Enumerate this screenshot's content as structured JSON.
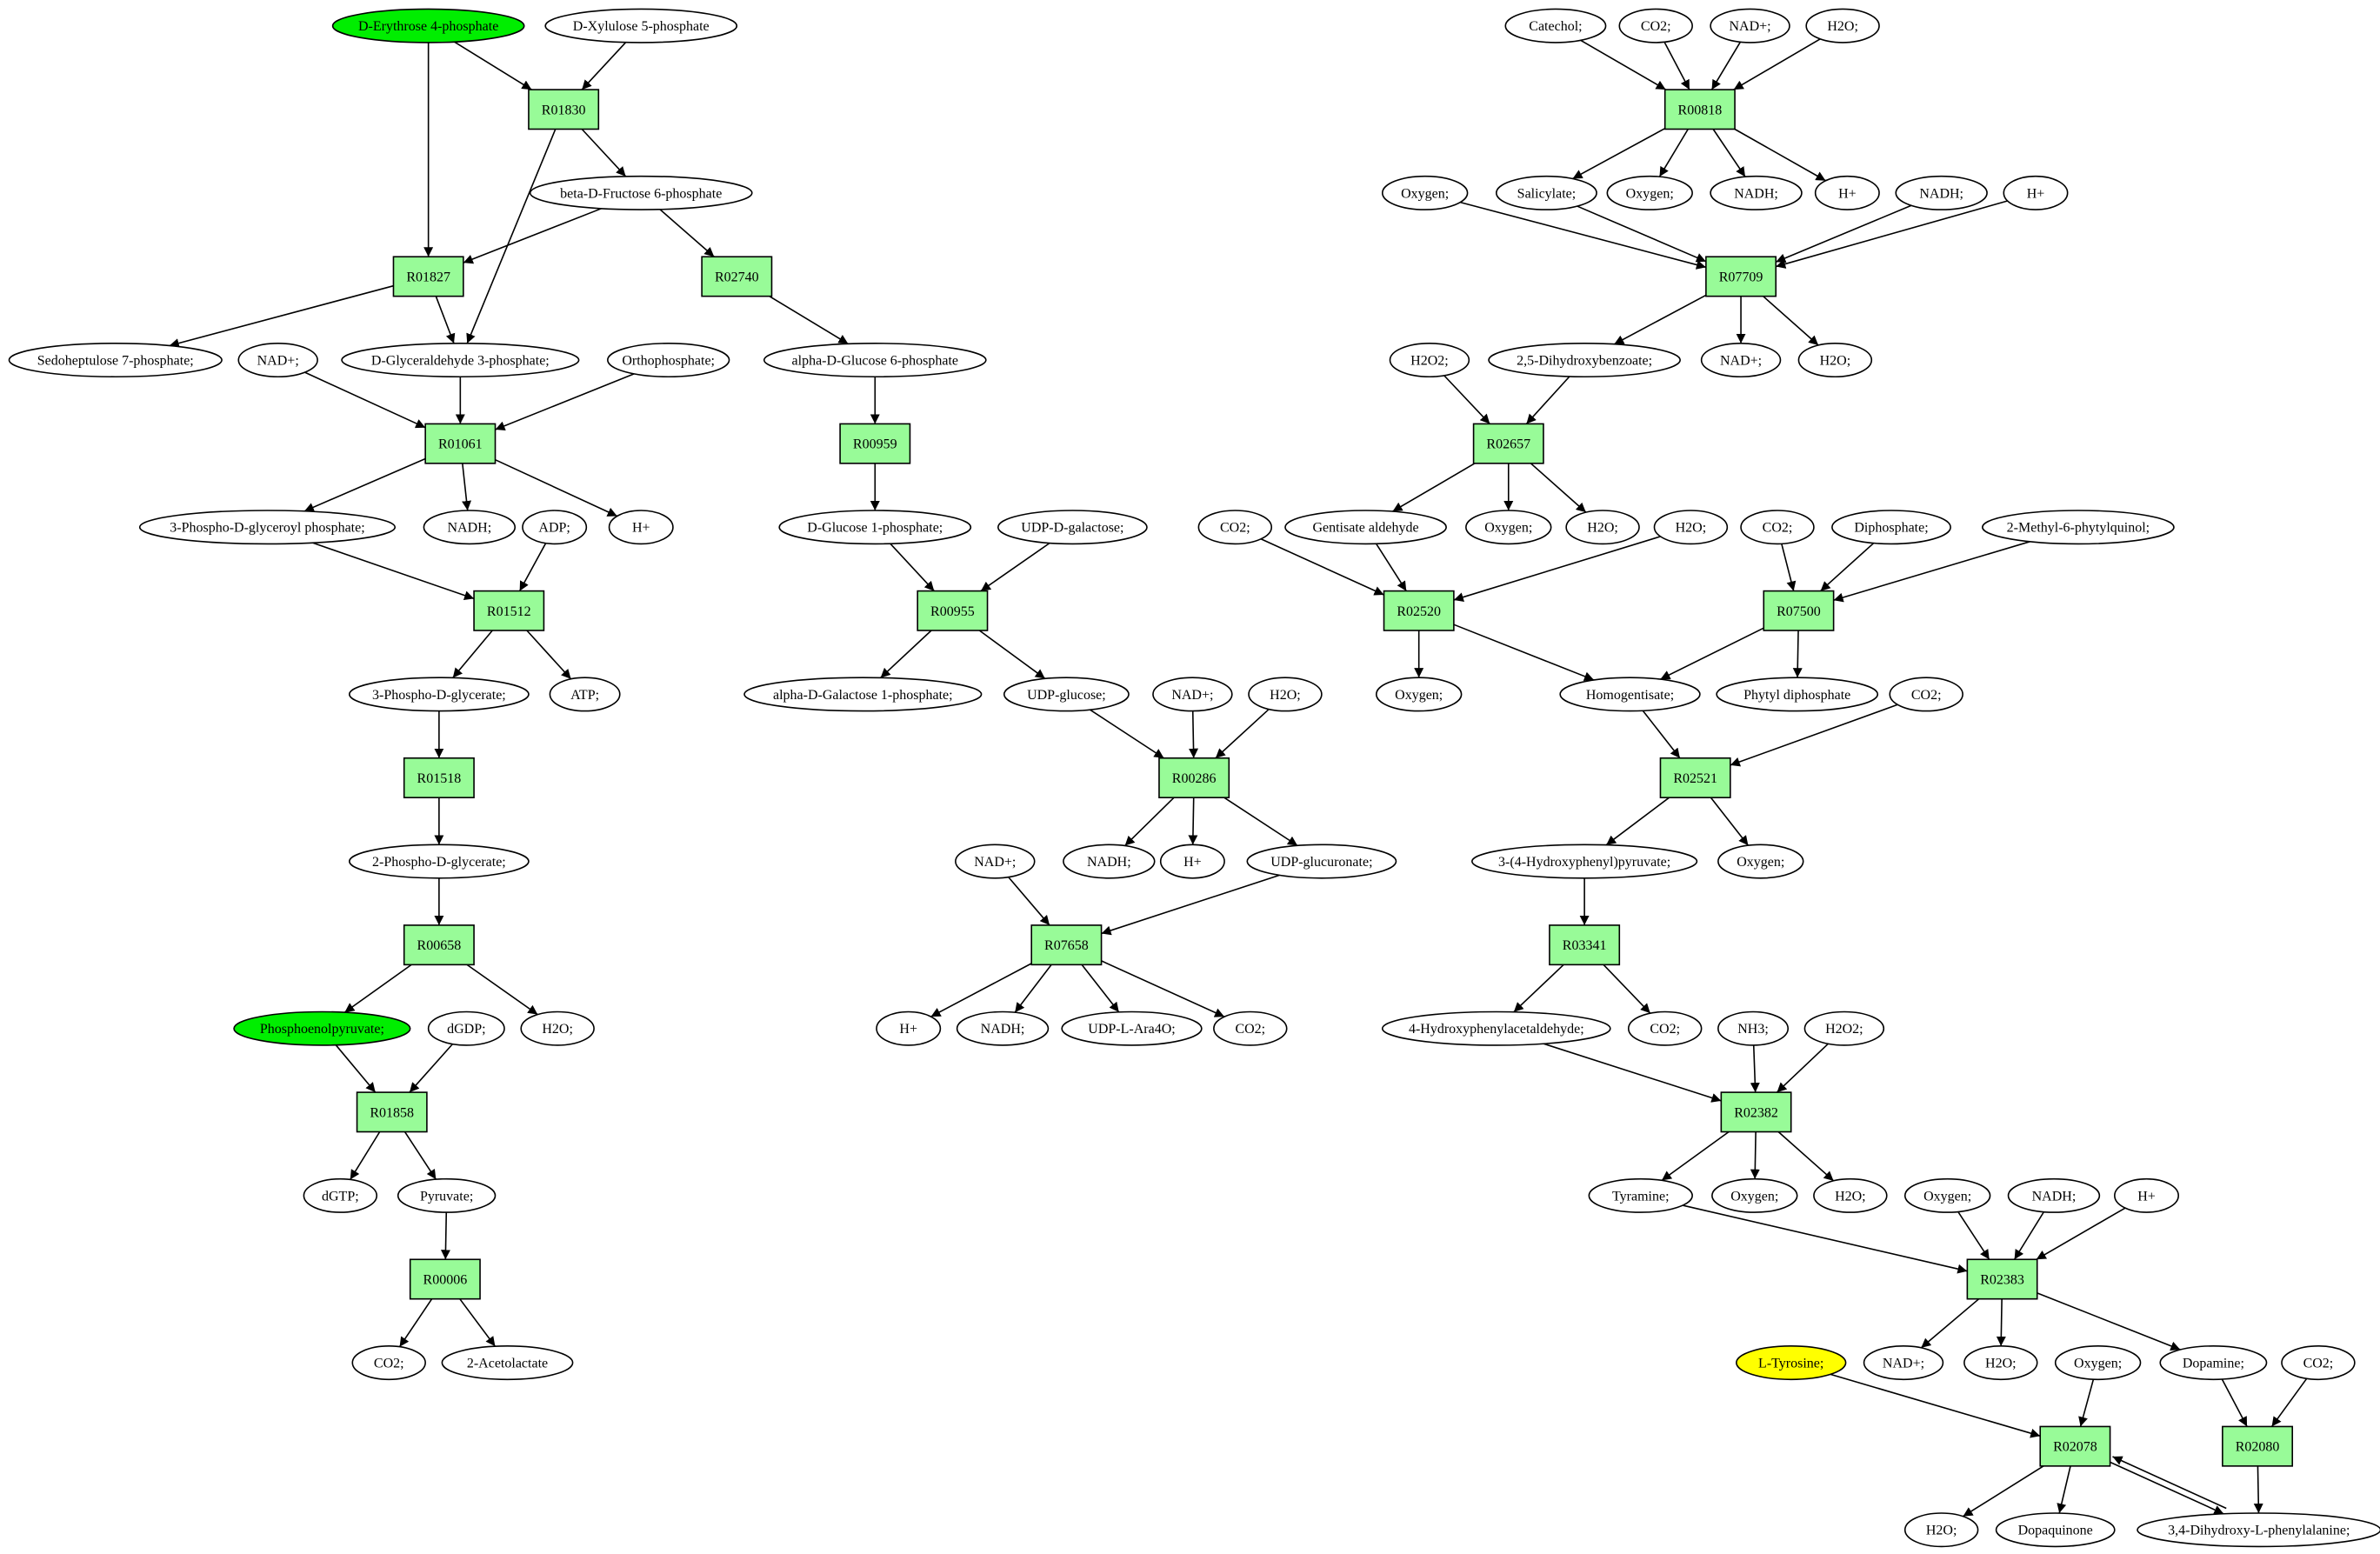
{
  "colors": {
    "reaction": "#98fb98",
    "compound": "#ffffff",
    "highlight_green": "#00ee00",
    "highlight_yellow": "#ffff00",
    "stroke": "#000000"
  },
  "compounds": {
    "e4p": {
      "label": "D-Erythrose 4-phosphate"
    },
    "x5p": {
      "label": "D-Xylulose 5-phosphate"
    },
    "f6p": {
      "label": "beta-D-Fructose 6-phosphate"
    },
    "s7p": {
      "label": "Sedoheptulose 7-phosphate;"
    },
    "nad1": {
      "label": "NAD+;"
    },
    "g3p": {
      "label": "D-Glyceraldehyde 3-phosphate;"
    },
    "pi1": {
      "label": "Orthophosphate;"
    },
    "g6p": {
      "label": "alpha-D-Glucose 6-phosphate"
    },
    "bpg": {
      "label": "3-Phospho-D-glyceroyl phosphate;"
    },
    "nadh1": {
      "label": "NADH;"
    },
    "adp": {
      "label": "ADP;"
    },
    "h1": {
      "label": "H+"
    },
    "g1p": {
      "label": "D-Glucose 1-phosphate;"
    },
    "udpgal": {
      "label": "UDP-D-galactose;"
    },
    "pg3": {
      "label": "3-Phospho-D-glycerate;"
    },
    "atp": {
      "label": "ATP;"
    },
    "gal1p": {
      "label": "alpha-D-Galactose 1-phosphate;"
    },
    "udpglc": {
      "label": "UDP-glucose;"
    },
    "nad2": {
      "label": "NAD+;"
    },
    "h2o2": {
      "label": "H2O;"
    },
    "pg2": {
      "label": "2-Phospho-D-glycerate;"
    },
    "nad3": {
      "label": "NAD+;"
    },
    "nadh2": {
      "label": "NADH;"
    },
    "h2": {
      "label": "H+"
    },
    "udpgla": {
      "label": "UDP-glucuronate;"
    },
    "pep": {
      "label": "Phosphoenolpyruvate;"
    },
    "dgdp": {
      "label": "dGDP;"
    },
    "h2o1": {
      "label": "H2O;"
    },
    "h3": {
      "label": "H+"
    },
    "nadh3": {
      "label": "NADH;"
    },
    "udpara": {
      "label": "UDP-L-Ara4O;"
    },
    "co2a": {
      "label": "CO2;"
    },
    "dgtp": {
      "label": "dGTP;"
    },
    "pyr": {
      "label": "Pyruvate;"
    },
    "co2b": {
      "label": "CO2;"
    },
    "acl": {
      "label": "2-Acetolactate"
    },
    "cat": {
      "label": "Catechol;"
    },
    "co2c": {
      "label": "CO2;"
    },
    "nad4": {
      "label": "NAD+;"
    },
    "h2o3": {
      "label": "H2O;"
    },
    "ox1": {
      "label": "Oxygen;"
    },
    "sal": {
      "label": "Salicylate;"
    },
    "ox2": {
      "label": "Oxygen;"
    },
    "nadh4": {
      "label": "NADH;"
    },
    "h4": {
      "label": "H+"
    },
    "nadh5": {
      "label": "NADH;"
    },
    "h5": {
      "label": "H+"
    },
    "h2o2b": {
      "label": "H2O2;"
    },
    "dhb": {
      "label": "2,5-Dihydroxybenzoate;"
    },
    "nad5": {
      "label": "NAD+;"
    },
    "h2o4": {
      "label": "H2O;"
    },
    "co2d": {
      "label": "CO2;"
    },
    "gald": {
      "label": "Gentisate aldehyde"
    },
    "ox3": {
      "label": "Oxygen;"
    },
    "h2o5": {
      "label": "H2O;"
    },
    "h2o6": {
      "label": "H2O;"
    },
    "co2e": {
      "label": "CO2;"
    },
    "dip": {
      "label": "Diphosphate;"
    },
    "mpq": {
      "label": "2-Methyl-6-phytylquinol;"
    },
    "ox4": {
      "label": "Oxygen;"
    },
    "hga": {
      "label": "Homogentisate;"
    },
    "phdp": {
      "label": "Phytyl diphosphate"
    },
    "co2f": {
      "label": "CO2;"
    },
    "hpp": {
      "label": "3-(4-Hydroxyphenyl)pyruvate;"
    },
    "ox5": {
      "label": "Oxygen;"
    },
    "hpa": {
      "label": "4-Hydroxyphenylacetaldehyde;"
    },
    "co2g": {
      "label": "CO2;"
    },
    "nh3": {
      "label": "NH3;"
    },
    "h2o2c": {
      "label": "H2O2;"
    },
    "tyra": {
      "label": "Tyramine;"
    },
    "ox6": {
      "label": "Oxygen;"
    },
    "h2o7": {
      "label": "H2O;"
    },
    "ox7": {
      "label": "Oxygen;"
    },
    "nadh6": {
      "label": "NADH;"
    },
    "h6": {
      "label": "H+"
    },
    "tyr": {
      "label": "L-Tyrosine;"
    },
    "nad6": {
      "label": "NAD+;"
    },
    "h2o8": {
      "label": "H2O;"
    },
    "ox8": {
      "label": "Oxygen;"
    },
    "dop": {
      "label": "Dopamine;"
    },
    "co2h": {
      "label": "CO2;"
    },
    "h2o9": {
      "label": "H2O;"
    },
    "dq": {
      "label": "Dopaquinone"
    },
    "ldopa": {
      "label": "3,4-Dihydroxy-L-phenylalanine;"
    }
  },
  "reactions": {
    "R01830": {
      "label": "R01830"
    },
    "R01827": {
      "label": "R01827"
    },
    "R02740": {
      "label": "R02740"
    },
    "R01061": {
      "label": "R01061"
    },
    "R00959": {
      "label": "R00959"
    },
    "R01512": {
      "label": "R01512"
    },
    "R00955": {
      "label": "R00955"
    },
    "R01518": {
      "label": "R01518"
    },
    "R00286": {
      "label": "R00286"
    },
    "R00658": {
      "label": "R00658"
    },
    "R07658": {
      "label": "R07658"
    },
    "R01858": {
      "label": "R01858"
    },
    "R00006": {
      "label": "R00006"
    },
    "R00818": {
      "label": "R00818"
    },
    "R07709": {
      "label": "R07709"
    },
    "R02657": {
      "label": "R02657"
    },
    "R02520": {
      "label": "R02520"
    },
    "R07500": {
      "label": "R07500"
    },
    "R02521": {
      "label": "R02521"
    },
    "R03341": {
      "label": "R03341"
    },
    "R02382": {
      "label": "R02382"
    },
    "R02383": {
      "label": "R02383"
    },
    "R02078": {
      "label": "R02078"
    },
    "R02080": {
      "label": "R02080"
    }
  },
  "edges": [
    [
      "e4p",
      "R01830"
    ],
    [
      "x5p",
      "R01830"
    ],
    [
      "R01830",
      "f6p"
    ],
    [
      "R01830",
      "g3p"
    ],
    [
      "e4p",
      "R01827"
    ],
    [
      "f6p",
      "R01827"
    ],
    [
      "R01827",
      "s7p"
    ],
    [
      "R01827",
      "g3p"
    ],
    [
      "f6p",
      "R02740"
    ],
    [
      "R02740",
      "g6p"
    ],
    [
      "nad1",
      "R01061"
    ],
    [
      "g3p",
      "R01061"
    ],
    [
      "pi1",
      "R01061"
    ],
    [
      "R01061",
      "bpg"
    ],
    [
      "R01061",
      "nadh1"
    ],
    [
      "R01061",
      "h1"
    ],
    [
      "g6p",
      "R00959"
    ],
    [
      "R00959",
      "g1p"
    ],
    [
      "bpg",
      "R01512"
    ],
    [
      "adp",
      "R01512"
    ],
    [
      "R01512",
      "pg3"
    ],
    [
      "R01512",
      "atp"
    ],
    [
      "g1p",
      "R00955"
    ],
    [
      "udpgal",
      "R00955"
    ],
    [
      "R00955",
      "gal1p"
    ],
    [
      "R00955",
      "udpglc"
    ],
    [
      "pg3",
      "R01518"
    ],
    [
      "R01518",
      "pg2"
    ],
    [
      "udpglc",
      "R00286"
    ],
    [
      "nad2",
      "R00286"
    ],
    [
      "h2o2",
      "R00286"
    ],
    [
      "R00286",
      "nadh2"
    ],
    [
      "R00286",
      "h2"
    ],
    [
      "R00286",
      "udpgla"
    ],
    [
      "pg2",
      "R00658"
    ],
    [
      "R00658",
      "pep"
    ],
    [
      "R00658",
      "h2o1"
    ],
    [
      "nad3",
      "R07658"
    ],
    [
      "udpgla",
      "R07658"
    ],
    [
      "R07658",
      "h3"
    ],
    [
      "R07658",
      "nadh3"
    ],
    [
      "R07658",
      "udpara"
    ],
    [
      "R07658",
      "co2a"
    ],
    [
      "pep",
      "R01858"
    ],
    [
      "dgdp",
      "R01858"
    ],
    [
      "R01858",
      "dgtp"
    ],
    [
      "R01858",
      "pyr"
    ],
    [
      "pyr",
      "R00006"
    ],
    [
      "R00006",
      "co2b"
    ],
    [
      "R00006",
      "acl"
    ],
    [
      "cat",
      "R00818"
    ],
    [
      "co2c",
      "R00818"
    ],
    [
      "nad4",
      "R00818"
    ],
    [
      "h2o3",
      "R00818"
    ],
    [
      "R00818",
      "sal"
    ],
    [
      "R00818",
      "ox2"
    ],
    [
      "R00818",
      "nadh4"
    ],
    [
      "R00818",
      "h4"
    ],
    [
      "ox1",
      "R07709"
    ],
    [
      "sal",
      "R07709"
    ],
    [
      "nadh5",
      "R07709"
    ],
    [
      "h5",
      "R07709"
    ],
    [
      "R07709",
      "dhb"
    ],
    [
      "R07709",
      "nad5"
    ],
    [
      "R07709",
      "h2o4"
    ],
    [
      "h2o2b",
      "R02657"
    ],
    [
      "dhb",
      "R02657"
    ],
    [
      "R02657",
      "gald"
    ],
    [
      "R02657",
      "ox3"
    ],
    [
      "R02657",
      "h2o5"
    ],
    [
      "co2d",
      "R02520"
    ],
    [
      "gald",
      "R02520"
    ],
    [
      "h2o6",
      "R02520"
    ],
    [
      "R02520",
      "ox4"
    ],
    [
      "R02520",
      "hga"
    ],
    [
      "co2e",
      "R07500"
    ],
    [
      "dip",
      "R07500"
    ],
    [
      "mpq",
      "R07500"
    ],
    [
      "R07500",
      "hga"
    ],
    [
      "R07500",
      "phdp"
    ],
    [
      "hga",
      "R02521"
    ],
    [
      "co2f",
      "R02521"
    ],
    [
      "R02521",
      "hpp"
    ],
    [
      "R02521",
      "ox5"
    ],
    [
      "hpp",
      "R03341"
    ],
    [
      "R03341",
      "hpa"
    ],
    [
      "R03341",
      "co2g"
    ],
    [
      "hpa",
      "R02382"
    ],
    [
      "nh3",
      "R02382"
    ],
    [
      "h2o2c",
      "R02382"
    ],
    [
      "R02382",
      "tyra"
    ],
    [
      "R02382",
      "ox6"
    ],
    [
      "R02382",
      "h2o7"
    ],
    [
      "tyra",
      "R02383"
    ],
    [
      "ox7",
      "R02383"
    ],
    [
      "nadh6",
      "R02383"
    ],
    [
      "h6",
      "R02383"
    ],
    [
      "R02383",
      "nad6"
    ],
    [
      "R02383",
      "h2o8"
    ],
    [
      "R02383",
      "dop"
    ],
    [
      "tyr",
      "R02078"
    ],
    [
      "ox8",
      "R02078"
    ],
    [
      "R02078",
      "h2o9"
    ],
    [
      "R02078",
      "dq"
    ],
    [
      "R02078",
      "ldopa"
    ],
    [
      "ldopa",
      "R02078"
    ],
    [
      "dop",
      "R02080"
    ],
    [
      "co2h",
      "R02080"
    ],
    [
      "R02080",
      "ldopa"
    ]
  ]
}
